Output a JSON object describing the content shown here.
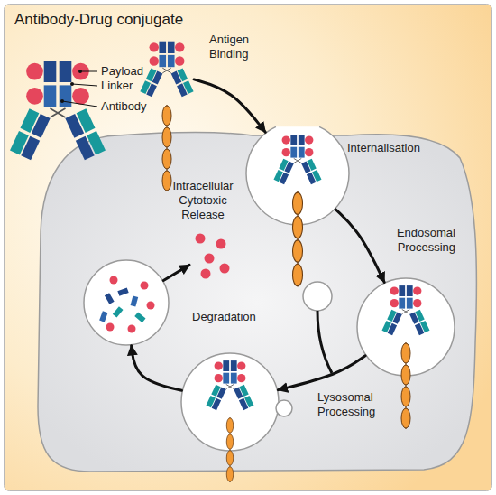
{
  "diagram": {
    "title": "Antibody-Drug conjugate",
    "nodes": [
      {
        "text": [
          "Antigen Binding"
        ]
      },
      {
        "text": [
          "Internalisation"
        ]
      },
      {
        "text": [
          "Endosomal Processing"
        ]
      },
      {
        "text": [
          "Lysosomal Processing"
        ]
      },
      {
        "text": [
          "Degradation"
        ]
      },
      {
        "text": [
          "Intracellular Cytotoxic Release"
        ]
      }
    ],
    "edges": [
      {
        "from": 0,
        "to": 1,
        "arrow": "to"
      },
      {
        "from": 1,
        "to": 2,
        "arrow": "to"
      },
      {
        "from": 2,
        "to": 3,
        "arrow": "to"
      },
      {
        "from": 3,
        "to": 4,
        "arrow": "to"
      },
      {
        "from": 4,
        "to": 5,
        "arrow": "to"
      }
    ],
    "labels": [
      "Payload",
      "Linker",
      "Antibody"
    ]
  }
}
